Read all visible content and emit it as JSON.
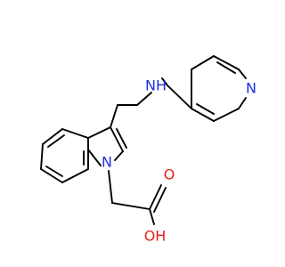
{
  "atoms": {
    "pyridine_n": {
      "text": "N",
      "color": "#1f2fe0"
    },
    "amine_nh": {
      "text": "NH",
      "color": "#1f2fe0"
    },
    "indole_n": {
      "text": "N",
      "color": "#1f2fe0"
    },
    "carbonyl_o": {
      "text": "O",
      "color": "#e8201a"
    },
    "hydroxyl_oh": {
      "text": "OH",
      "color": "#e8201a"
    }
  },
  "bond_color": "#000000"
}
